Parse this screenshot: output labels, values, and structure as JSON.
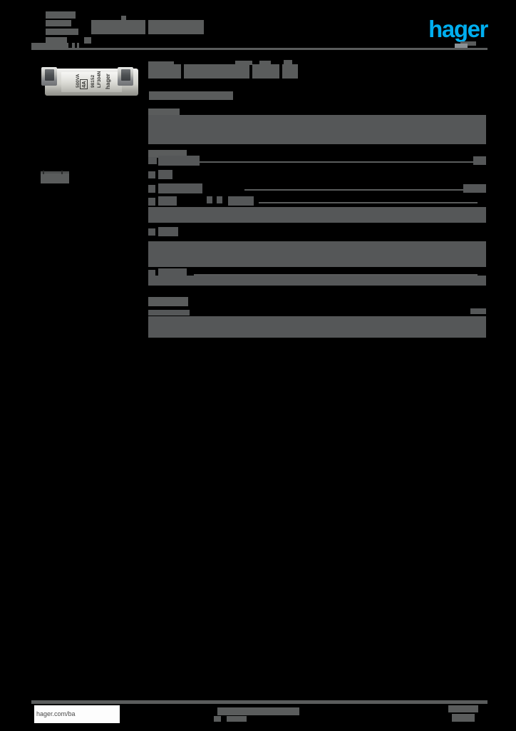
{
  "document": {
    "type": "product-datasheet",
    "brand": "hager",
    "brand_color": "#00AEEF",
    "page_background": "#000000",
    "redaction_color": "#5a5c5c",
    "redacted": true
  },
  "header": {
    "logo_text": "hager",
    "title_redacted": true,
    "meta_lines_count": 5
  },
  "product_image": {
    "name": "cylindrical-fuse",
    "labels": {
      "brand": "hager",
      "type": "LF304N",
      "article": "98152",
      "current": "4A",
      "voltage": "500VA"
    }
  },
  "sidebar": {
    "label_redacted": true
  },
  "main": {
    "title_redacted": true,
    "subtitle_redacted": true,
    "sections": [
      {
        "heading_redacted": true,
        "rows": 3
      },
      {
        "heading_redacted": true,
        "rows": 8
      },
      {
        "heading_redacted": true,
        "rows": 3
      }
    ]
  },
  "footer": {
    "url": "hager.com/ba",
    "center_redacted": true,
    "page_number_redacted": true
  }
}
